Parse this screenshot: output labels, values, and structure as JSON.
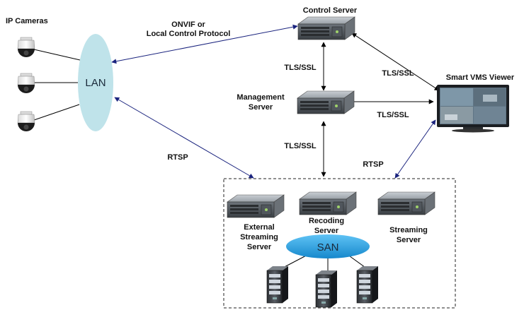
{
  "labels": {
    "ip_cameras": "IP Cameras",
    "lan": "LAN",
    "onvif_line1": "ONVIF or",
    "onvif_line2": "Local Control Protocol",
    "control_server": "Control Server",
    "management_server_line1": "Management",
    "management_server_line2": "Server",
    "smart_vms_viewer": "Smart VMS Viewer",
    "tls_ssl_control_mgmt": "TLS/SSL",
    "tls_ssl_control_viewer": "TLS/SSL",
    "tls_ssl_mgmt_viewer": "TLS/SSL",
    "tls_ssl_mgmt_storage": "TLS/SSL",
    "rtsp_lan": "RTSP",
    "rtsp_viewer": "RTSP",
    "external_streaming_line1": "External",
    "external_streaming_line2": "Streaming",
    "external_streaming_line3": "Server",
    "recoding_line1": "Recoding",
    "recoding_line2": "Server",
    "streaming_line1": "Streaming",
    "streaming_line2": "Server",
    "san": "SAN"
  },
  "colors": {
    "lan_fill": "#bfe3ea",
    "san_fill": "#2aa6e8",
    "arrow": "#1a237e",
    "arrow_black": "#000000",
    "server_body": "#8a9198"
  },
  "icons": {
    "camera": "dome-camera-icon",
    "server": "rack-server-icon",
    "tower": "tower-server-icon",
    "monitor": "monitor-icon"
  }
}
